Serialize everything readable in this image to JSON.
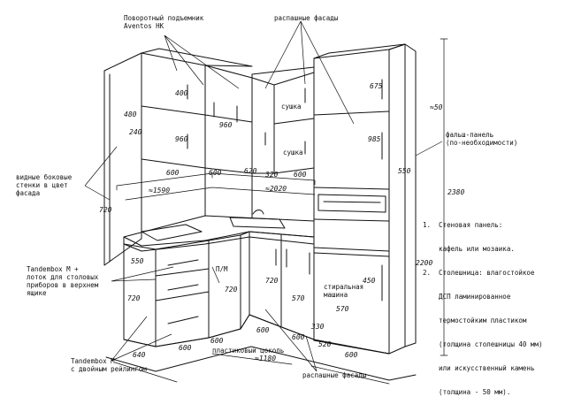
{
  "labels": {
    "rotary_lift": "Поворотный подъемник\nAventos HK",
    "swing_facades_top": "распашные фасады",
    "dryer_1": "сушка",
    "dryer_2": "сушка",
    "false_panel": "фальш-панель\n(по-необходимости)",
    "visible_sides": "видные боковые\nстенки в цвет\nфасада",
    "tandembox_cutlery": "Tandembox M +\nлоток для столовых\nприборов в верхнем\nящике",
    "tandembox_rail": "Tandembox M\nс двойным рейлингом",
    "dishwasher": "П/М",
    "washer": "стиральная\nмашина",
    "plinth": "пластиковый цоколь",
    "swing_facades_bottom": "распашные фасады"
  },
  "notes": [
    "1.  Стеновая панель:",
    "    кафель или мозаика.",
    "2.  Столешница: влагостойкое",
    "    ДСП ламинированное",
    "    термостойким пластиком",
    "    (толщина столешницы 40 мм)",
    "    или искусственный камень",
    "    (толщина - 50 мм)."
  ],
  "dimensions": {
    "upper_w1": "600",
    "upper_w2": "600",
    "upper_w3": "620",
    "upper_corner": "320",
    "upper_w4": "600",
    "upper_total_left": "≈1590",
    "upper_total_right": "≈2020",
    "h_upper_1": "480",
    "h_upper_2": "240",
    "h_mid_1": "400",
    "h_mid_2": "960",
    "h_mid_3": "960",
    "h_tall_1": "675",
    "h_tall_2": "985",
    "h_tall_3": "≈50",
    "tall_height": "2380",
    "h_tall_4": "550",
    "h_tall_5": "450",
    "h_left_1": "720",
    "h_left_2": "550",
    "h_right_1": "2200",
    "h_door_1": "720",
    "h_door_2": "720",
    "h_door_3": "720",
    "h_door_4": "570",
    "h_door_5": "570",
    "bot_w1": "640",
    "bot_w2": "600",
    "bot_w3": "600",
    "bot_w4": "600",
    "bot_w5": "600",
    "bot_w6": "330",
    "bot_w7": "600",
    "floor_1": "≈1180",
    "floor_2": "520"
  }
}
